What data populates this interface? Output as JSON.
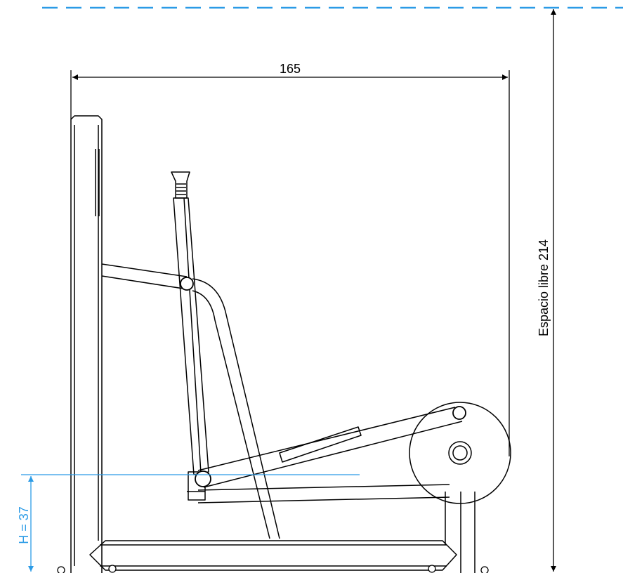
{
  "dimensions": {
    "width_label": "165",
    "clearance_label": "Espacio libre  214",
    "height_label": "H = 37"
  },
  "colors": {
    "line": "#000000",
    "accent": "#2b9be6",
    "background": "#ffffff"
  }
}
